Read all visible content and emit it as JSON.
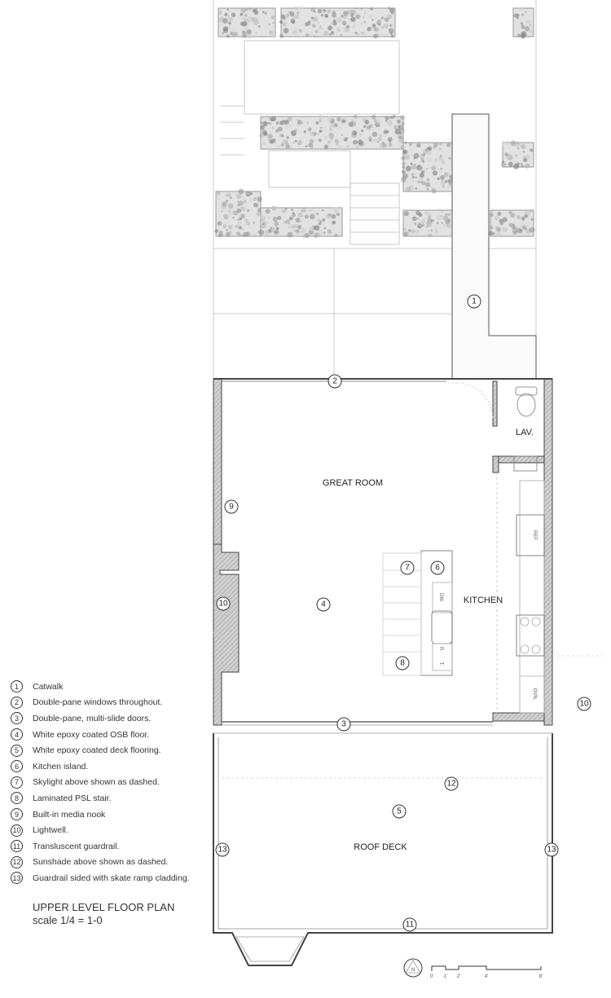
{
  "plan": {
    "rooms": {
      "great_room": "GREAT ROOM",
      "lav": "LAV.",
      "kitchen": "KITCHEN",
      "roof_deck": "ROOF DECK"
    },
    "appliances": {
      "ref": "REF",
      "dw": "DW",
      "t": "T.",
      "r": "R.",
      "ovn": "OVN."
    },
    "tags": [
      "1",
      "2",
      "3",
      "4",
      "5",
      "6",
      "7",
      "8",
      "9",
      "10",
      "10",
      "11",
      "12",
      "13",
      "13"
    ]
  },
  "legend": [
    {
      "num": "1",
      "text": "Catwalk"
    },
    {
      "num": "2",
      "text": "Double-pane windows throughout."
    },
    {
      "num": "3",
      "text": "Double-pane, multi-slide doors."
    },
    {
      "num": "4",
      "text": "White epoxy coated OSB floor."
    },
    {
      "num": "5",
      "text": "White epoxy coated deck flooring."
    },
    {
      "num": "6",
      "text": "Kitchen island."
    },
    {
      "num": "7",
      "text": "Skylight above shown as dashed."
    },
    {
      "num": "8",
      "text": "Laminated PSL stair."
    },
    {
      "num": "9",
      "text": "Built-in media nook"
    },
    {
      "num": "10",
      "text": "Lightwell."
    },
    {
      "num": "11",
      "text": "Transluscent guardrail."
    },
    {
      "num": "12",
      "text": "Sunshade above shown as dashed."
    },
    {
      "num": "13",
      "text": "Guardrail sided with skate ramp cladding."
    }
  ],
  "title": {
    "name": "UPPER LEVEL FLOOR PLAN",
    "scale": "scale 1/4 = 1-0"
  },
  "scale_bar": {
    "north": "N",
    "ticks": [
      "0'",
      "1'",
      "2'",
      "4'",
      "8'"
    ]
  }
}
